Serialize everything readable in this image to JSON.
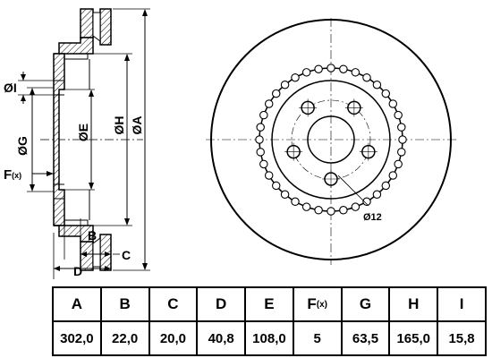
{
  "drawing": {
    "labels": {
      "dia_i": "ØI",
      "dia_g": "ØG",
      "dia_e": "ØE",
      "dia_h": "ØH",
      "dia_a": "ØA",
      "f_main": "F",
      "f_sub": "(x)",
      "b": "B",
      "c": "C",
      "d": "D",
      "bolt_hole": "Ø12"
    }
  },
  "table": {
    "headers": [
      {
        "main": "A",
        "sub": ""
      },
      {
        "main": "B",
        "sub": ""
      },
      {
        "main": "C",
        "sub": ""
      },
      {
        "main": "D",
        "sub": ""
      },
      {
        "main": "E",
        "sub": ""
      },
      {
        "main": "F",
        "sub": "(x)"
      },
      {
        "main": "G",
        "sub": ""
      },
      {
        "main": "H",
        "sub": ""
      },
      {
        "main": "I",
        "sub": ""
      }
    ],
    "values": [
      "302,0",
      "22,0",
      "20,0",
      "40,8",
      "108,0",
      "5",
      "63,5",
      "165,0",
      "15,8"
    ]
  }
}
